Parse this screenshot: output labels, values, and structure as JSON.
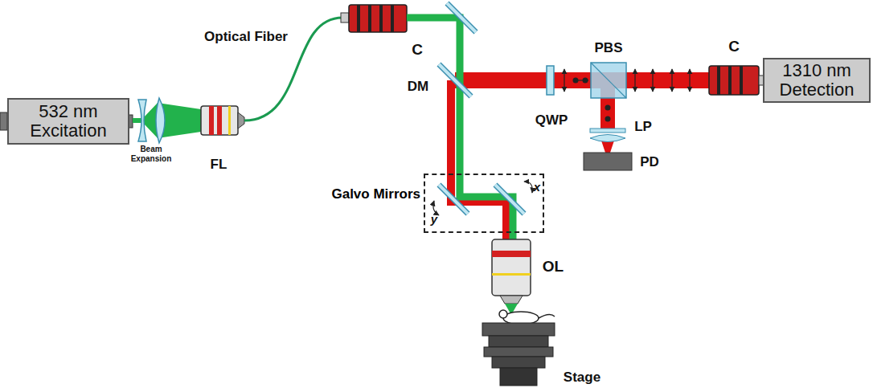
{
  "diagram": {
    "nodes": [
      {
        "text": [
          "532 nm Excitation"
        ]
      },
      {
        "text": [
          "1310 nm Detection"
        ]
      },
      {
        "text": [
          "Galvo Mirrors"
        ]
      }
    ],
    "labels": [
      "Beam Expansion",
      "FL",
      "Optical Fiber",
      "C",
      "DM",
      "QWP",
      "PBS",
      "C",
      "LP",
      "PD",
      "x",
      "y",
      "OL",
      "Stage"
    ]
  }
}
